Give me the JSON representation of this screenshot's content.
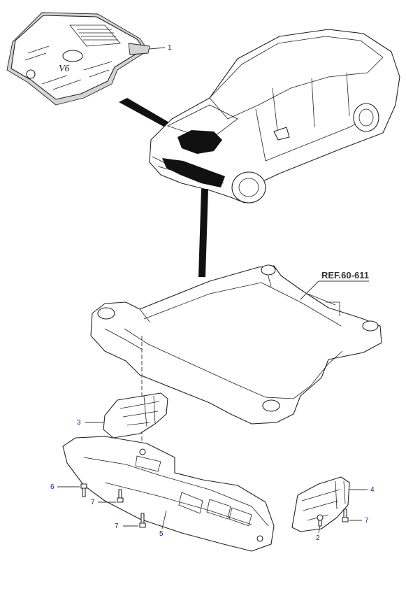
{
  "diagram": {
    "reference_label": "REF.60-611",
    "callouts": [
      {
        "id": "c1",
        "label": "1"
      },
      {
        "id": "c2",
        "label": "2"
      },
      {
        "id": "c3",
        "label": "3"
      },
      {
        "id": "c4",
        "label": "4"
      },
      {
        "id": "c5",
        "label": "5"
      },
      {
        "id": "c6",
        "label": "6"
      },
      {
        "id": "c7a",
        "label": "7"
      },
      {
        "id": "c7b",
        "label": "7"
      },
      {
        "id": "c7c",
        "label": "7"
      }
    ],
    "colors": {
      "callout_text": "#1a1a9c",
      "line": "#222222",
      "fill_dark": "#111111",
      "fill_shade": "#d4d4d4"
    }
  }
}
